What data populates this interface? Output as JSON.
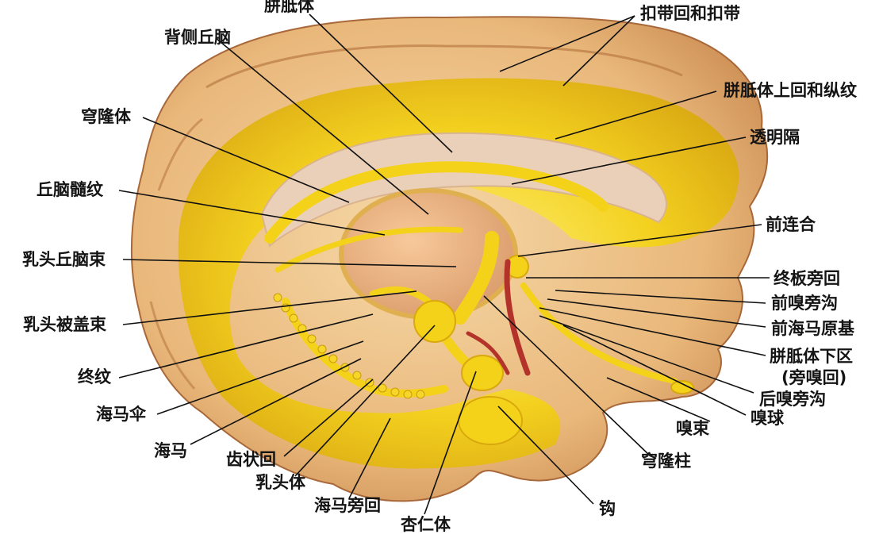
{
  "labels": {
    "corpus_callosum": "胼胝体",
    "cingulate": "扣带回和扣带",
    "dorsal_thalamus": "背侧丘脑",
    "indusium": "胼胝体上回和纵纹",
    "fornix_body": "穹隆体",
    "septum": "透明隔",
    "stria_medullaris": "丘脑髓纹",
    "anterior_commissure": "前连合",
    "mammillothalamic": "乳头丘脑束",
    "paraterminal": "终板旁回",
    "anterior_parolfactory": "前嗅旁沟",
    "mammillotegmental": "乳头被盖束",
    "hippocampal_rudiment": "前海马原基",
    "subcallosal": "胼胝体下区",
    "subcallosal_alt": "(旁嗅回)",
    "stria_terminalis": "终纹",
    "posterior_parolfactory": "后嗅旁沟",
    "fimbria": "海马伞",
    "olfactory_bulb": "嗅球",
    "olfactory_tract": "嗅束",
    "hippocampus": "海马",
    "dentate": "齿状回",
    "fornix_column": "穹隆柱",
    "mammillary": "乳头体",
    "parahippocampal": "海马旁回",
    "uncus": "钩",
    "amygdala": "杏仁体"
  }
}
